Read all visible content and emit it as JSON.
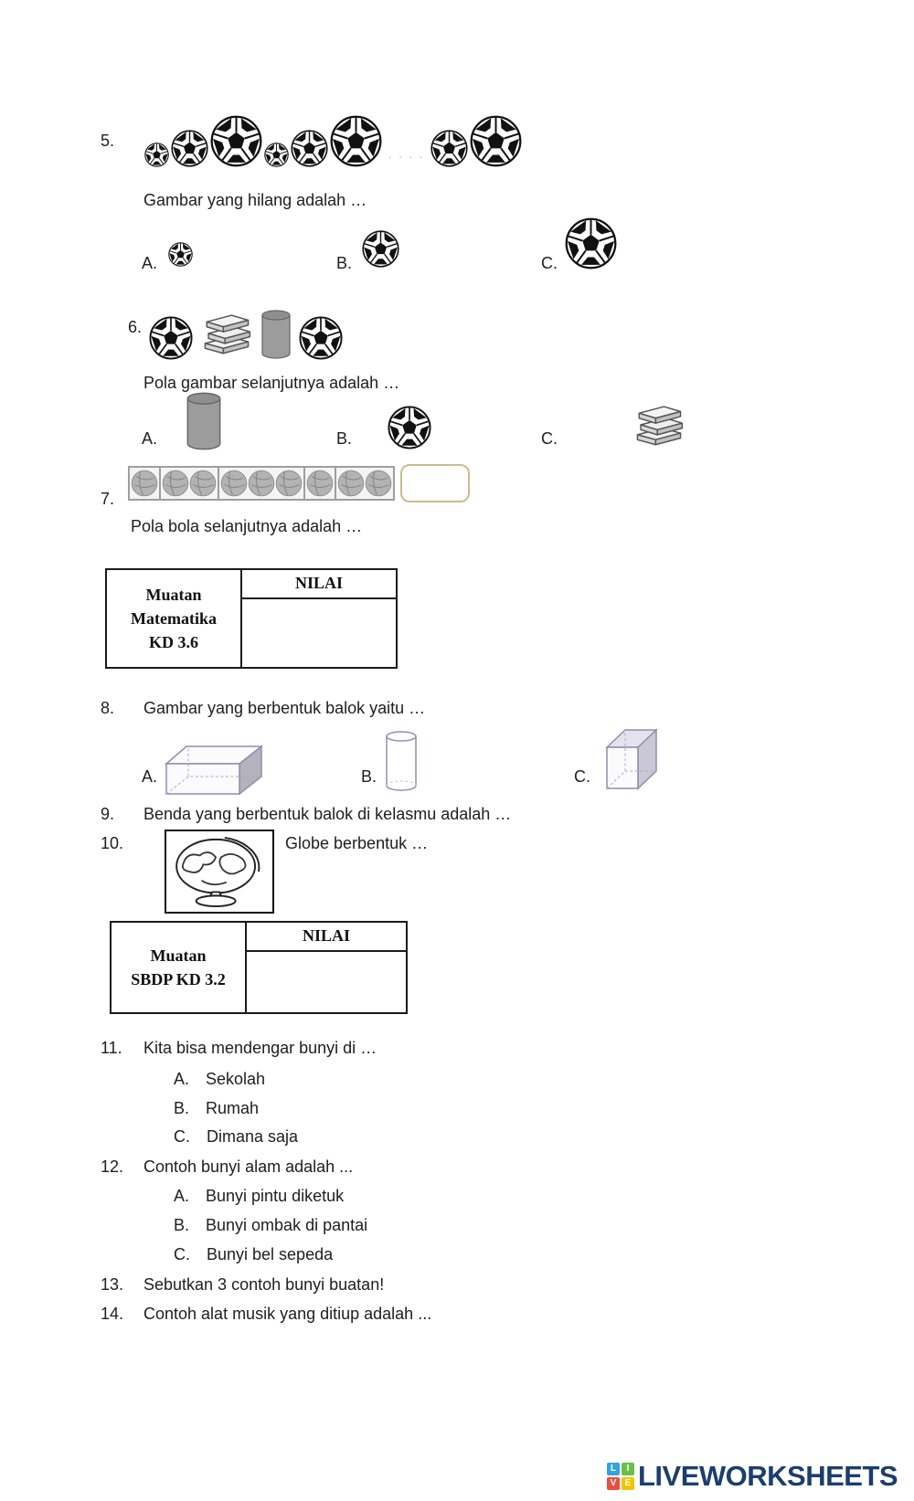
{
  "q5": {
    "number": "5.",
    "prompt": "Gambar yang hilang adalah …",
    "sequence": [
      "small",
      "medium",
      "large",
      "small",
      "medium",
      "large",
      "dots",
      "medium",
      "large"
    ],
    "dots": ". . . .",
    "optionA": "A.",
    "optionB": "B.",
    "optionC": "C."
  },
  "q6": {
    "number": "6.",
    "prompt": "Pola gambar selanjutnya adalah …",
    "optionA": "A.",
    "optionB": "B.",
    "optionC": "C."
  },
  "q7": {
    "number": "7.",
    "prompt": "Pola bola selanjutnya adalah …",
    "groups": [
      1,
      2,
      3,
      1,
      2
    ]
  },
  "score_table_math": {
    "row1": "Muatan",
    "row2": "Matematika",
    "row3": "KD 3.6",
    "header": "NILAI",
    "value": ""
  },
  "q8": {
    "number": "8.",
    "prompt": "Gambar yang berbentuk balok yaitu …",
    "optionA": "A.",
    "optionB": "B.",
    "optionC": "C."
  },
  "q9": {
    "number": "9.",
    "prompt": "Benda yang berbentuk balok di kelasmu adalah …"
  },
  "q10": {
    "number": "10.",
    "prompt": "Globe berbentuk …"
  },
  "score_table_sbdp": {
    "row1": "Muatan",
    "row2": "SBDP KD 3.2",
    "header": "NILAI",
    "value": ""
  },
  "q11": {
    "number": "11.",
    "prompt": "Kita bisa mendengar bunyi di …",
    "options": [
      {
        "label": "A.",
        "text": "Sekolah"
      },
      {
        "label": "B.",
        "text": "Rumah"
      },
      {
        "label": "C.",
        "text": "Dimana saja"
      }
    ]
  },
  "q12": {
    "number": "12.",
    "prompt": "Contoh bunyi alam adalah ...",
    "options": [
      {
        "label": "A.",
        "text": "Bunyi pintu diketuk"
      },
      {
        "label": "B.",
        "text": "Bunyi ombak di pantai"
      },
      {
        "label": "C.",
        "text": "Bunyi bel sepeda"
      }
    ]
  },
  "q13": {
    "number": "13.",
    "prompt": "Sebutkan 3 contoh bunyi buatan!"
  },
  "q14": {
    "number": "14.",
    "prompt": "Contoh alat musik yang ditiup adalah ..."
  },
  "footer": {
    "brand": "LIVEWORKSHEETS",
    "icon_letters": [
      "L",
      "I",
      "V",
      "E"
    ]
  },
  "colors": {
    "brand_navy": "#1c3e6e",
    "lw_blue": "#33a3dc",
    "lw_green": "#6abf4b",
    "lw_red": "#e94f3d",
    "lw_yellow": "#f2c500",
    "answer_box_border": "#c9bc8e"
  }
}
